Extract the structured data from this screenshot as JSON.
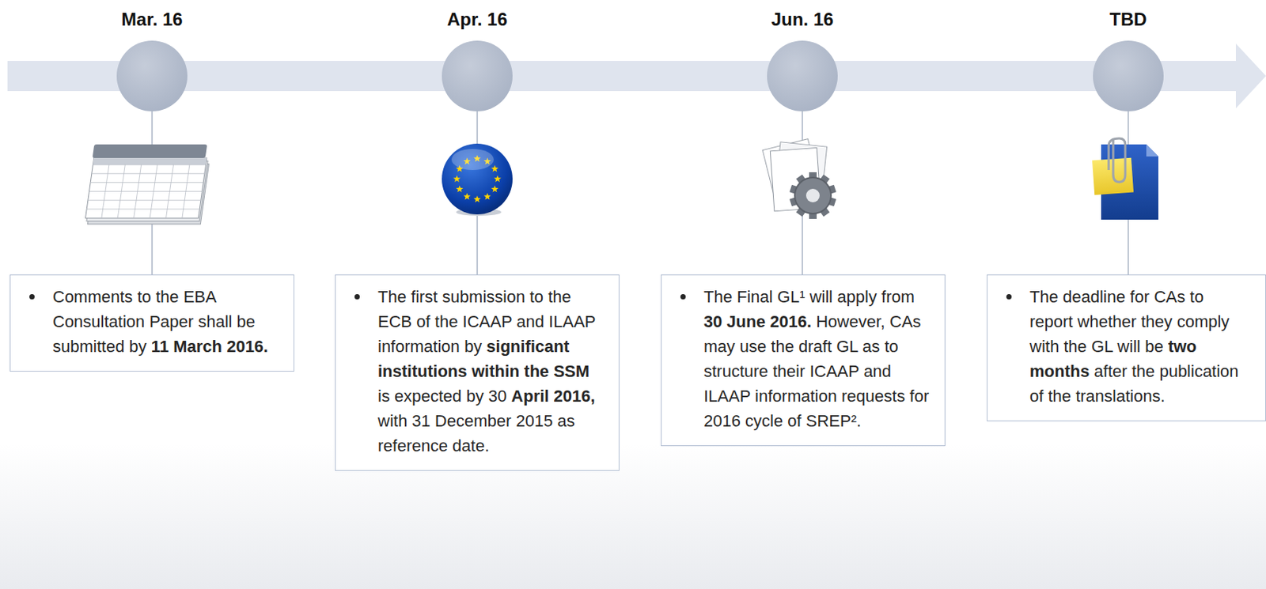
{
  "diagram": {
    "nodes": [
      {
        "text": [
          "Comments to the EBA Consultation Paper shall be submitted by 11 March 2016."
        ]
      },
      {
        "text": [
          "The first submission to the ECB of the ICAAP and ILAAP information by significant institutions within the SSM is expected by 30 April 2016, with 31 December 2015 as reference date."
        ]
      },
      {
        "text": [
          "The Final GL¹ will apply from 30 June 2016. However, CAs may use the draft GL as to structure their ICAAP and ILAAP information requests for 2016 cycle of SREP²."
        ]
      },
      {
        "text": [
          "The deadline for CAs to report whether they comply with the GL will be two months after the publication of the translations."
        ]
      }
    ],
    "labels": [
      "Mar. 16",
      "Apr. 16",
      "Jun. 16",
      "TBD"
    ]
  }
}
